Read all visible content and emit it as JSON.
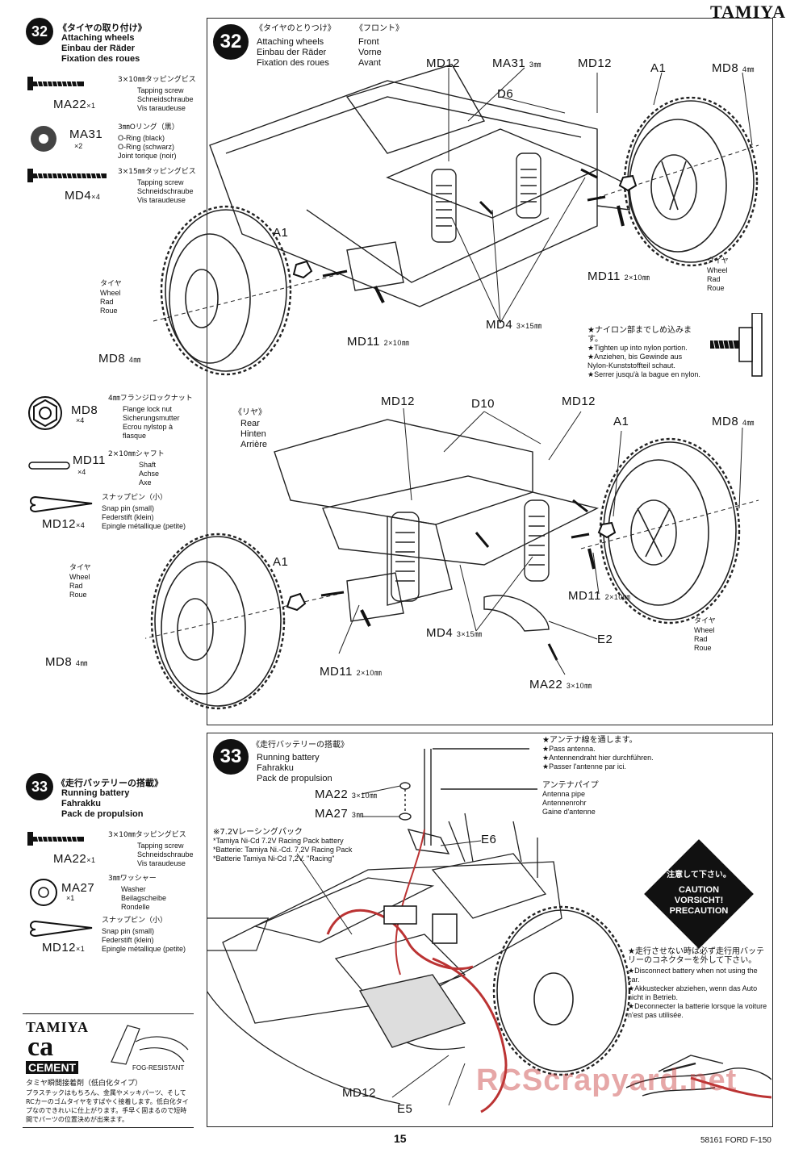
{
  "brand": "TAMIYA",
  "page_number": "15",
  "footer_model": "58161 FORD F-150",
  "watermark": "RCScrapyard.net",
  "step32": {
    "number": "32",
    "side_title_jp": "《タイヤの取り付け》",
    "side_title_en": "Attaching wheels",
    "side_title_de": "Einbau der Räder",
    "side_title_fr": "Fixation des roues",
    "panel_title_jp": "《タイヤのとりつけ》",
    "panel_front_jp": "《フロント》",
    "panel_title_en": "Attaching wheels",
    "panel_title_de": "Einbau der Räder",
    "panel_title_fr": "Fixation des roues",
    "front_en": "Front",
    "front_de": "Vorne",
    "front_fr": "Avant",
    "rear_jp": "《リヤ》",
    "rear_en": "Rear",
    "rear_de": "Hinten",
    "rear_fr": "Arrière",
    "parts": [
      {
        "code": "MA22",
        "qty": "×1",
        "jp": "3×10㎜タッピングビス",
        "en": "Tapping screw",
        "de": "Schneidschraube",
        "fr": "Vis taraudeuse"
      },
      {
        "code": "MA31",
        "qty": "×2",
        "jp": "3㎜Oリング（黒）",
        "en": "O-Ring (black)",
        "de": "O-Ring (schwarz)",
        "fr": "Joint torique (noir)"
      },
      {
        "code": "MD4",
        "qty": "×4",
        "jp": "3×15㎜タッピングビス",
        "en": "Tapping screw",
        "de": "Schneidschraube",
        "fr": "Vis taraudeuse"
      },
      {
        "code": "MD8",
        "qty": "×4",
        "jp": "4㎜フランジロックナット",
        "en": "Flange lock nut",
        "de": "Sicherungsmutter",
        "fr": "Ecrou nylstop à flasque"
      },
      {
        "code": "MD11",
        "qty": "×4",
        "jp": "2×10㎜シャフト",
        "en": "Shaft",
        "de": "Achse",
        "fr": "Axe"
      },
      {
        "code": "MD12",
        "qty": "×4",
        "jp": "スナップピン（小）",
        "en": "Snap pin (small)",
        "de": "Federstift (klein)",
        "fr": "Epingle métallique (petite)"
      }
    ],
    "callouts_front": {
      "md12": "MD12",
      "ma31": "MA31",
      "ma31_size": "3㎜",
      "md12b": "MD12",
      "a1": "A1",
      "md8": "MD8",
      "md8_size": "4㎜",
      "d6": "D6",
      "a1_left": "A1",
      "md11_right": "MD11",
      "md11_right_size": "2×10㎜",
      "md4": "MD4",
      "md4_size": "3×15㎜",
      "md11_left": "MD11",
      "md11_left_size": "2×10㎜",
      "md8_left": "MD8",
      "md8_left_size": "4㎜"
    },
    "wheel_labels": {
      "jp": "タイヤ",
      "en": "Wheel",
      "de": "Rad",
      "fr": "Roue"
    },
    "nylon_note": {
      "jp": "★ナイロン部までしめ込みます。",
      "en": "★Tighten up into nylon portion.",
      "de": "★Anziehen, bis Gewinde aus Nylon-Kunststoffteil schaut.",
      "fr": "★Serrer jusqu'à la bague en nylon."
    },
    "callouts_rear": {
      "md12": "MD12",
      "d10": "D10",
      "md12b": "MD12",
      "a1": "A1",
      "md8": "MD8",
      "md8_size": "4㎜",
      "a1_left": "A1",
      "md11_right": "MD11",
      "md11_right_size": "2×10㎜",
      "md4": "MD4",
      "md4_size": "3×15㎜",
      "e2": "E2",
      "md11_left": "MD11",
      "md11_left_size": "2×10㎜",
      "md8_left": "MD8",
      "md8_left_size": "4㎜",
      "ma22": "MA22",
      "ma22_size": "3×10㎜"
    }
  },
  "step33": {
    "number": "33",
    "side_title_jp": "《走行バッテリーの搭載》",
    "side_title_en": "Running battery",
    "side_title_de": "Fahrakku",
    "side_title_fr": "Pack de propulsion",
    "parts": [
      {
        "code": "MA22",
        "qty": "×1",
        "jp": "3×10㎜タッピングビス",
        "en": "Tapping screw",
        "de": "Schneidschraube",
        "fr": "Vis taraudeuse"
      },
      {
        "code": "MA27",
        "qty": "×1",
        "jp": "3㎜ワッシャー",
        "en": "Washer",
        "de": "Beilagscheibe",
        "fr": "Rondelle"
      },
      {
        "code": "MD12",
        "qty": "×1",
        "jp": "スナップピン（小）",
        "en": "Snap pin (small)",
        "de": "Federstift (klein)",
        "fr": "Epingle métallique (petite)"
      }
    ],
    "callouts": {
      "ma22": "MA22",
      "ma22_size": "3×10㎜",
      "ma27": "MA27",
      "ma27_size": "3㎜",
      "e6": "E6",
      "md12": "MD12",
      "e5": "E5"
    },
    "antenna_note": {
      "jp": "★アンテナ線を通します。",
      "en": "★Pass antenna.",
      "de": "★Antennendraht hier durchführen.",
      "fr": "★Passer l'antenne par ici."
    },
    "antenna_pipe": {
      "jp": "アンテナパイプ",
      "en": "Antenna pipe",
      "de": "Antennenrohr",
      "fr": "Gaine d'antenne"
    },
    "battery_note": {
      "jp": "※7.2Vレーシングパック",
      "en": "*Tamiya Ni-Cd 7.2V Racing Pack battery",
      "de": "*Batterie: Tamiya Ni.-Cd. 7,2V Racing Pack",
      "fr": "*Batterie Tamiya Ni-Cd 7,2V. \"Racing\""
    },
    "caution": {
      "jp": "注意して下さい。",
      "en": "CAUTION",
      "de": "VORSICHT!",
      "fr": "PRECAUTION"
    },
    "disconnect_note": {
      "jp": "★走行させない時は必ず走行用バッテリーのコネクターを外して下さい。",
      "en": "★Disconnect battery when not using the car.",
      "de": "★Akkustecker abziehen, wenn das Auto nicht in Betrieb.",
      "fr": "★Deconnecter la batterie lorsque la voiture n'est pas utilisée."
    }
  },
  "cement_ad": {
    "brand": "TAMIYA",
    "logo": "ca",
    "word": "CEMENT",
    "fog": "FOG-RESISTANT",
    "jp_title": "タミヤ瞬間接着剤（低白化タイプ）",
    "jp_body": "プラスチックはもちろん、金属やメッキパーツ、そしてRCカーのゴムタイヤをすばやく接着します。低白化タイプなのできれいに仕上がります。手早く固まるので短時間でパーツの位置決めが出来ます。"
  }
}
